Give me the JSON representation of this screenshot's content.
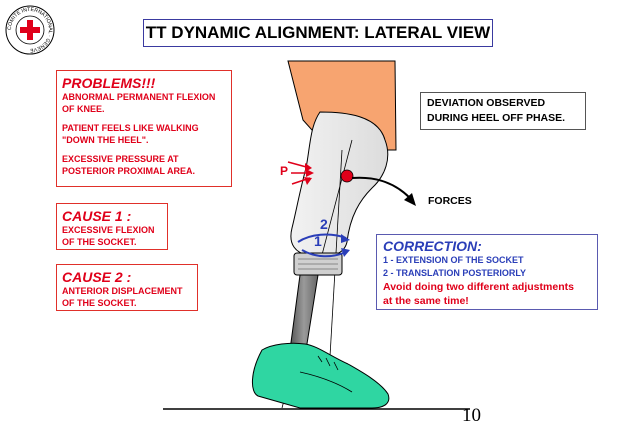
{
  "title": "TT DYNAMIC ALIGNMENT: LATERAL VIEW",
  "logo": {
    "text": "COMITE INTERNATIONAL · GENEVE",
    "cross_color": "#e0001a"
  },
  "problems": {
    "heading": "PROBLEMS!!!",
    "lines": [
      "ABNORMAL PERMANENT FLEXION",
      "OF KNEE.",
      "PATIENT FEELS LIKE WALKING",
      "\"DOWN THE HEEL\".",
      "EXCESSIVE PRESSURE AT",
      "POSTERIOR PROXIMAL AREA."
    ]
  },
  "cause1": {
    "heading": "CAUSE 1 :",
    "lines": [
      "EXCESSIVE  FLEXION",
      "OF THE SOCKET."
    ]
  },
  "cause2": {
    "heading": "CAUSE 2 :",
    "lines": [
      "ANTERIOR DISPLACEMENT",
      "OF THE SOCKET."
    ]
  },
  "deviation": {
    "lines": [
      "DEVIATION OBSERVED",
      "DURING HEEL OFF PHASE."
    ]
  },
  "forces_label": "FORCES",
  "pressure_label": "P",
  "rotation_labels": [
    "2",
    "1"
  ],
  "correction": {
    "heading": "CORRECTION:",
    "items": [
      "1 - EXTENSION OF THE SOCKET",
      "2 - TRANSLATION POSTERIORLY"
    ],
    "warning": [
      "Avoid doing two different adjustments",
      "at the same time!"
    ]
  },
  "page_number": "10",
  "colors": {
    "accent_red": "#e0001a",
    "accent_blue": "#2a3eb8",
    "skin": "#f7a470",
    "shoe": "#2fd6a2",
    "pylon": "#7a7a7a"
  }
}
